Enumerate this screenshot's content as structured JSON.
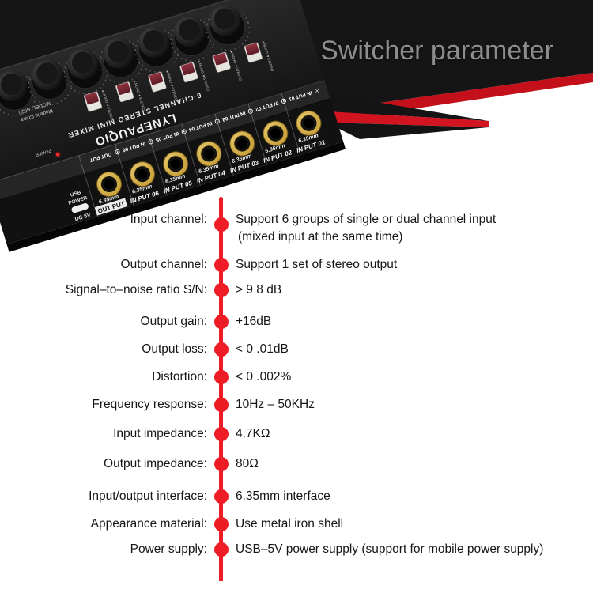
{
  "banner": {
    "title": "Switcher parameter"
  },
  "colors": {
    "accent_red": "#ee1c25",
    "stripe_red": "#c4101a",
    "banner_bg": "#151515",
    "banner_text": "#8d8d90",
    "gold": "#d9b24a"
  },
  "device": {
    "brand": "LYNEPAUQIO",
    "series": "6-CHANNEL STEREO MINI MIXER",
    "model": "MODEL: B020",
    "origin": "Made in China",
    "power_label": "POWER",
    "usb_line1": "USB",
    "usb_line2": "POWER",
    "dc_label": "DC 5V",
    "switch_labels": [
      "MONO",
      "STEREO"
    ],
    "jack_size_label": "6.35mm",
    "jacks": [
      "OUT PUT",
      "IN PUT 06",
      "IN PUT 05",
      "IN PUT 04",
      "IN PUT 03",
      "IN PUT 02",
      "IN PUT 01"
    ]
  },
  "specs": {
    "rows": [
      {
        "label": "Input channel:",
        "value": "Support 6 groups of single or dual channel input",
        "value2": "(mixed input at the same time)"
      },
      {
        "label": "Output channel:",
        "value": "Support 1 set of stereo output"
      },
      {
        "label": "Signal–to–noise ratio S/N:",
        "value": "> 9 8 dB"
      },
      {
        "label": "Output gain:",
        "value": "+16dB"
      },
      {
        "label": "Output loss:",
        "value": "< 0 .01dB"
      },
      {
        "label": "Distortion:",
        "value": "< 0 .002%"
      },
      {
        "label": "Frequency response:",
        "value": "10Hz – 50KHz"
      },
      {
        "label": "Input impedance:",
        "value": "4.7KΩ"
      },
      {
        "label": "Output impedance:",
        "value": "80Ω"
      },
      {
        "label": "Input/output interface:",
        "value": "6.35mm interface"
      },
      {
        "label": "Appearance material:",
        "value": "Use metal iron shell"
      },
      {
        "label": "Power supply:",
        "value": "USB–5V power supply (support for mobile power supply)"
      }
    ]
  }
}
